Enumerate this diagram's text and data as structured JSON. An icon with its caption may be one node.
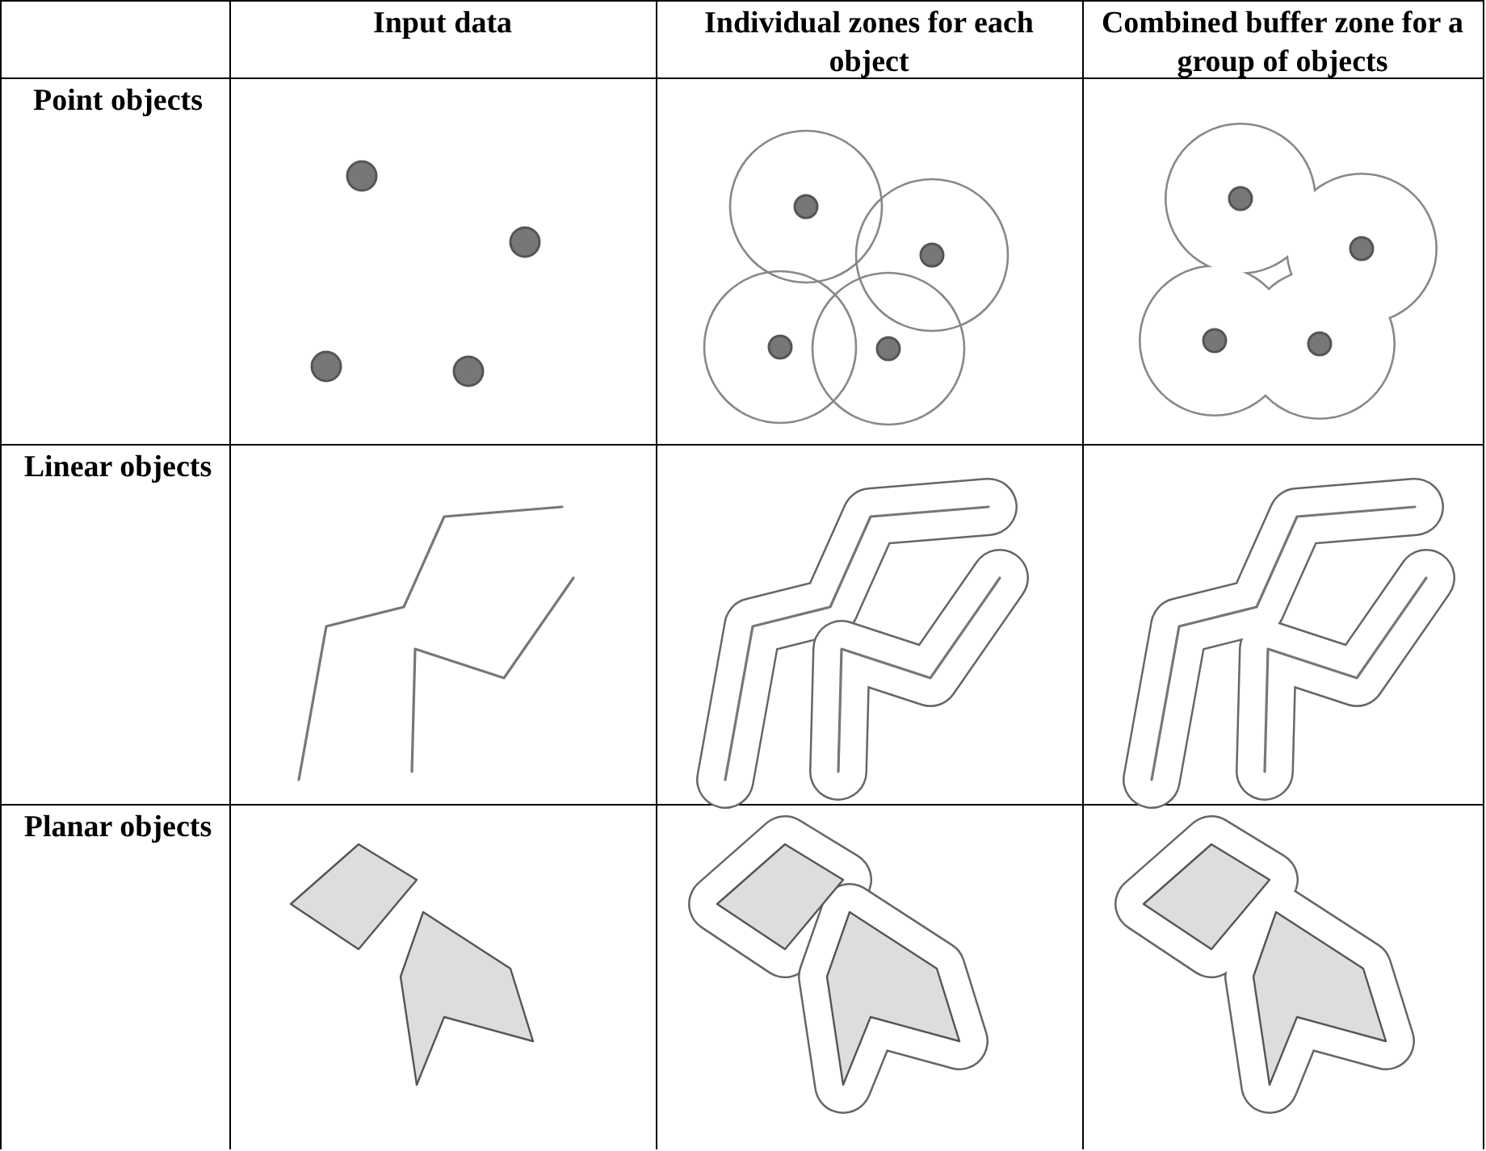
{
  "diagram": {
    "labels": [
      "Input data",
      "Individual zones for each object",
      "Combined buffer zone for a group of objects",
      "Point objects",
      "Linear objects",
      "Planar objects"
    ]
  }
}
